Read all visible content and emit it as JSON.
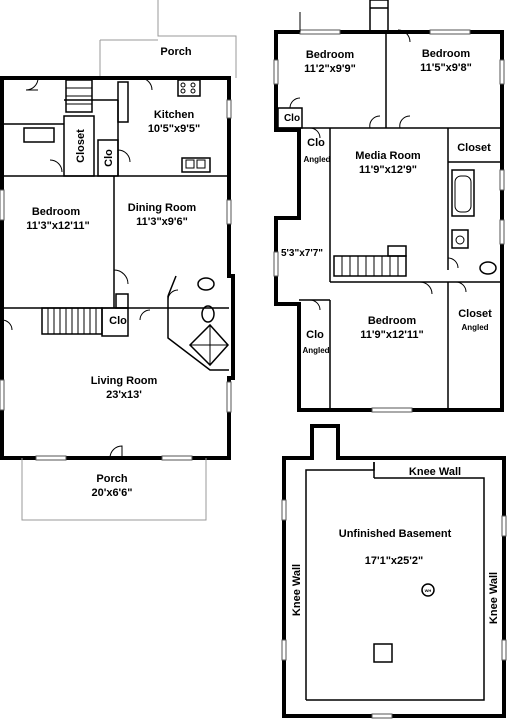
{
  "first_floor": {
    "porch_top": "Porch",
    "kitchen": "Kitchen",
    "kitchen_dim": "10'5\"x9'5\"",
    "closet": "Closet",
    "clo": "Clo",
    "bedroom": "Bedroom",
    "bedroom_dim": "11'3\"x12'11\"",
    "dining": "Dining Room",
    "dining_dim": "11'3\"x9'6\"",
    "clo2": "Clo",
    "living": "Living Room",
    "living_dim": "23'x13'",
    "porch_bottom": "Porch",
    "porch_bottom_dim": "20'x6'6\""
  },
  "second_floor": {
    "bed1": "Bedroom",
    "bed1_dim": "11'2\"x9'9\"",
    "bed2": "Bedroom",
    "bed2_dim": "11'5\"x9'8\"",
    "clo_a": "Clo",
    "clo_b": "Clo",
    "clo_b_sub": "Angled",
    "media": "Media Room",
    "media_dim": "11'9\"x12'9\"",
    "closet": "Closet",
    "landing_dim": "5'3\"x7'7\"",
    "bed3": "Bedroom",
    "bed3_dim": "11'9\"x12'11\"",
    "closet2": "Closet",
    "closet2_sub": "Angled",
    "clo_c": "Clo",
    "clo_c_sub": "Angled"
  },
  "basement": {
    "knee_top": "Knee Wall",
    "title": "Unfinished Basement",
    "dim": "17'1\"x25'2\"",
    "wh": "WH",
    "knee_left": "Knee Wall",
    "knee_right": "Knee Wall"
  }
}
